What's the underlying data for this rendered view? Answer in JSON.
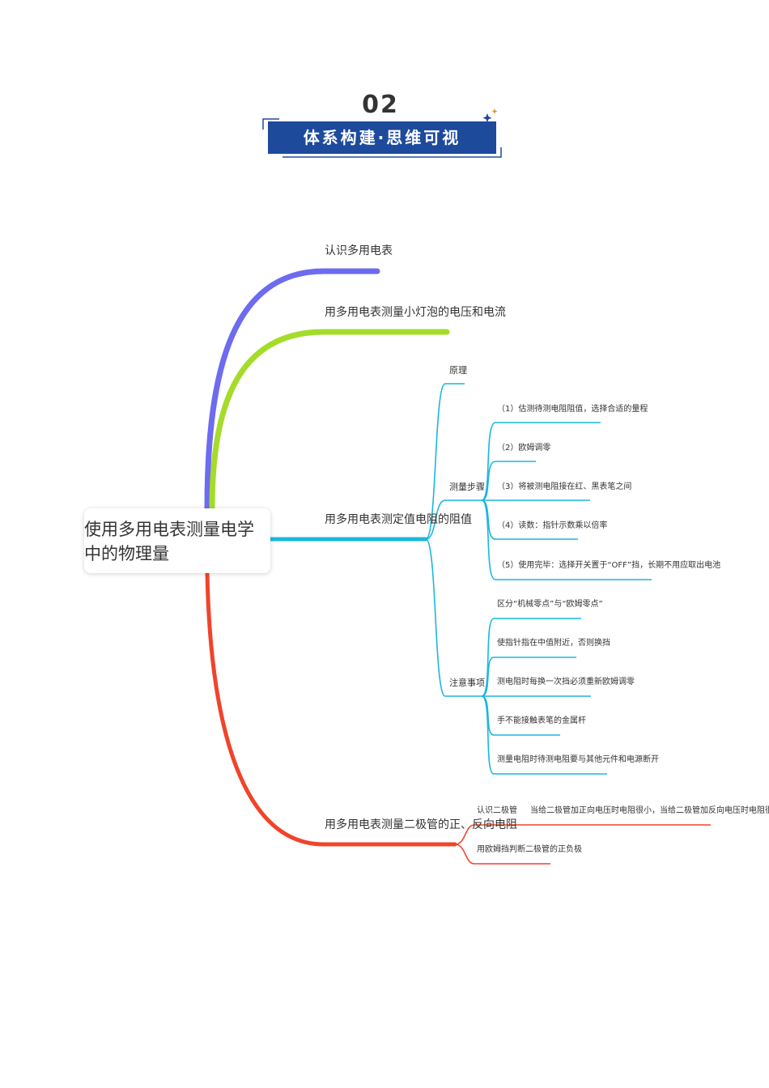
{
  "header": {
    "number": "02",
    "title": "体系构建·思维可视"
  },
  "central": "使用多用电表测量电学中的物理量",
  "colors": {
    "purple": "#6d6bf0",
    "green": "#a4dc2a",
    "cyan": "#1ab7de",
    "red": "#f0442a",
    "banner": "#1e4a9c"
  },
  "branches": {
    "b1": "认识多用电表",
    "b2": "用多用电表测量小灯泡的电压和电流",
    "b3": {
      "label": "用多用电表测定值电阻的阻值",
      "principle": "原理",
      "steps": {
        "label": "测量步骤",
        "items": [
          "（1）估测待测电阻阻值，选择合适的量程",
          "（2）欧姆调零",
          "（3）将被测电阻接在红、黑表笔之间",
          "（4）读数：指针示数乘以倍率",
          "（5）使用完毕：选择开关置于“OFF”挡，长期不用应取出电池"
        ]
      },
      "notes": {
        "label": "注意事项",
        "items": [
          "区分“机械零点”与“欧姆零点”",
          "使指针指在中值附近，否则换挡",
          "测电阻时每换一次挡必须重新欧姆调零",
          "手不能接触表笔的金属杆",
          "测量电阻时待测电阻要与其他元件和电源断开"
        ]
      }
    },
    "b4": {
      "label": "用多用电表测量二极管的正、反向电阻",
      "recognize": {
        "label": "认识二极管",
        "detail": "当给二极管加正向电压时电阻很小，当给二极管加反向电压时电阻很大"
      },
      "judge": "用欧姆挡判断二极管的正负极"
    }
  }
}
